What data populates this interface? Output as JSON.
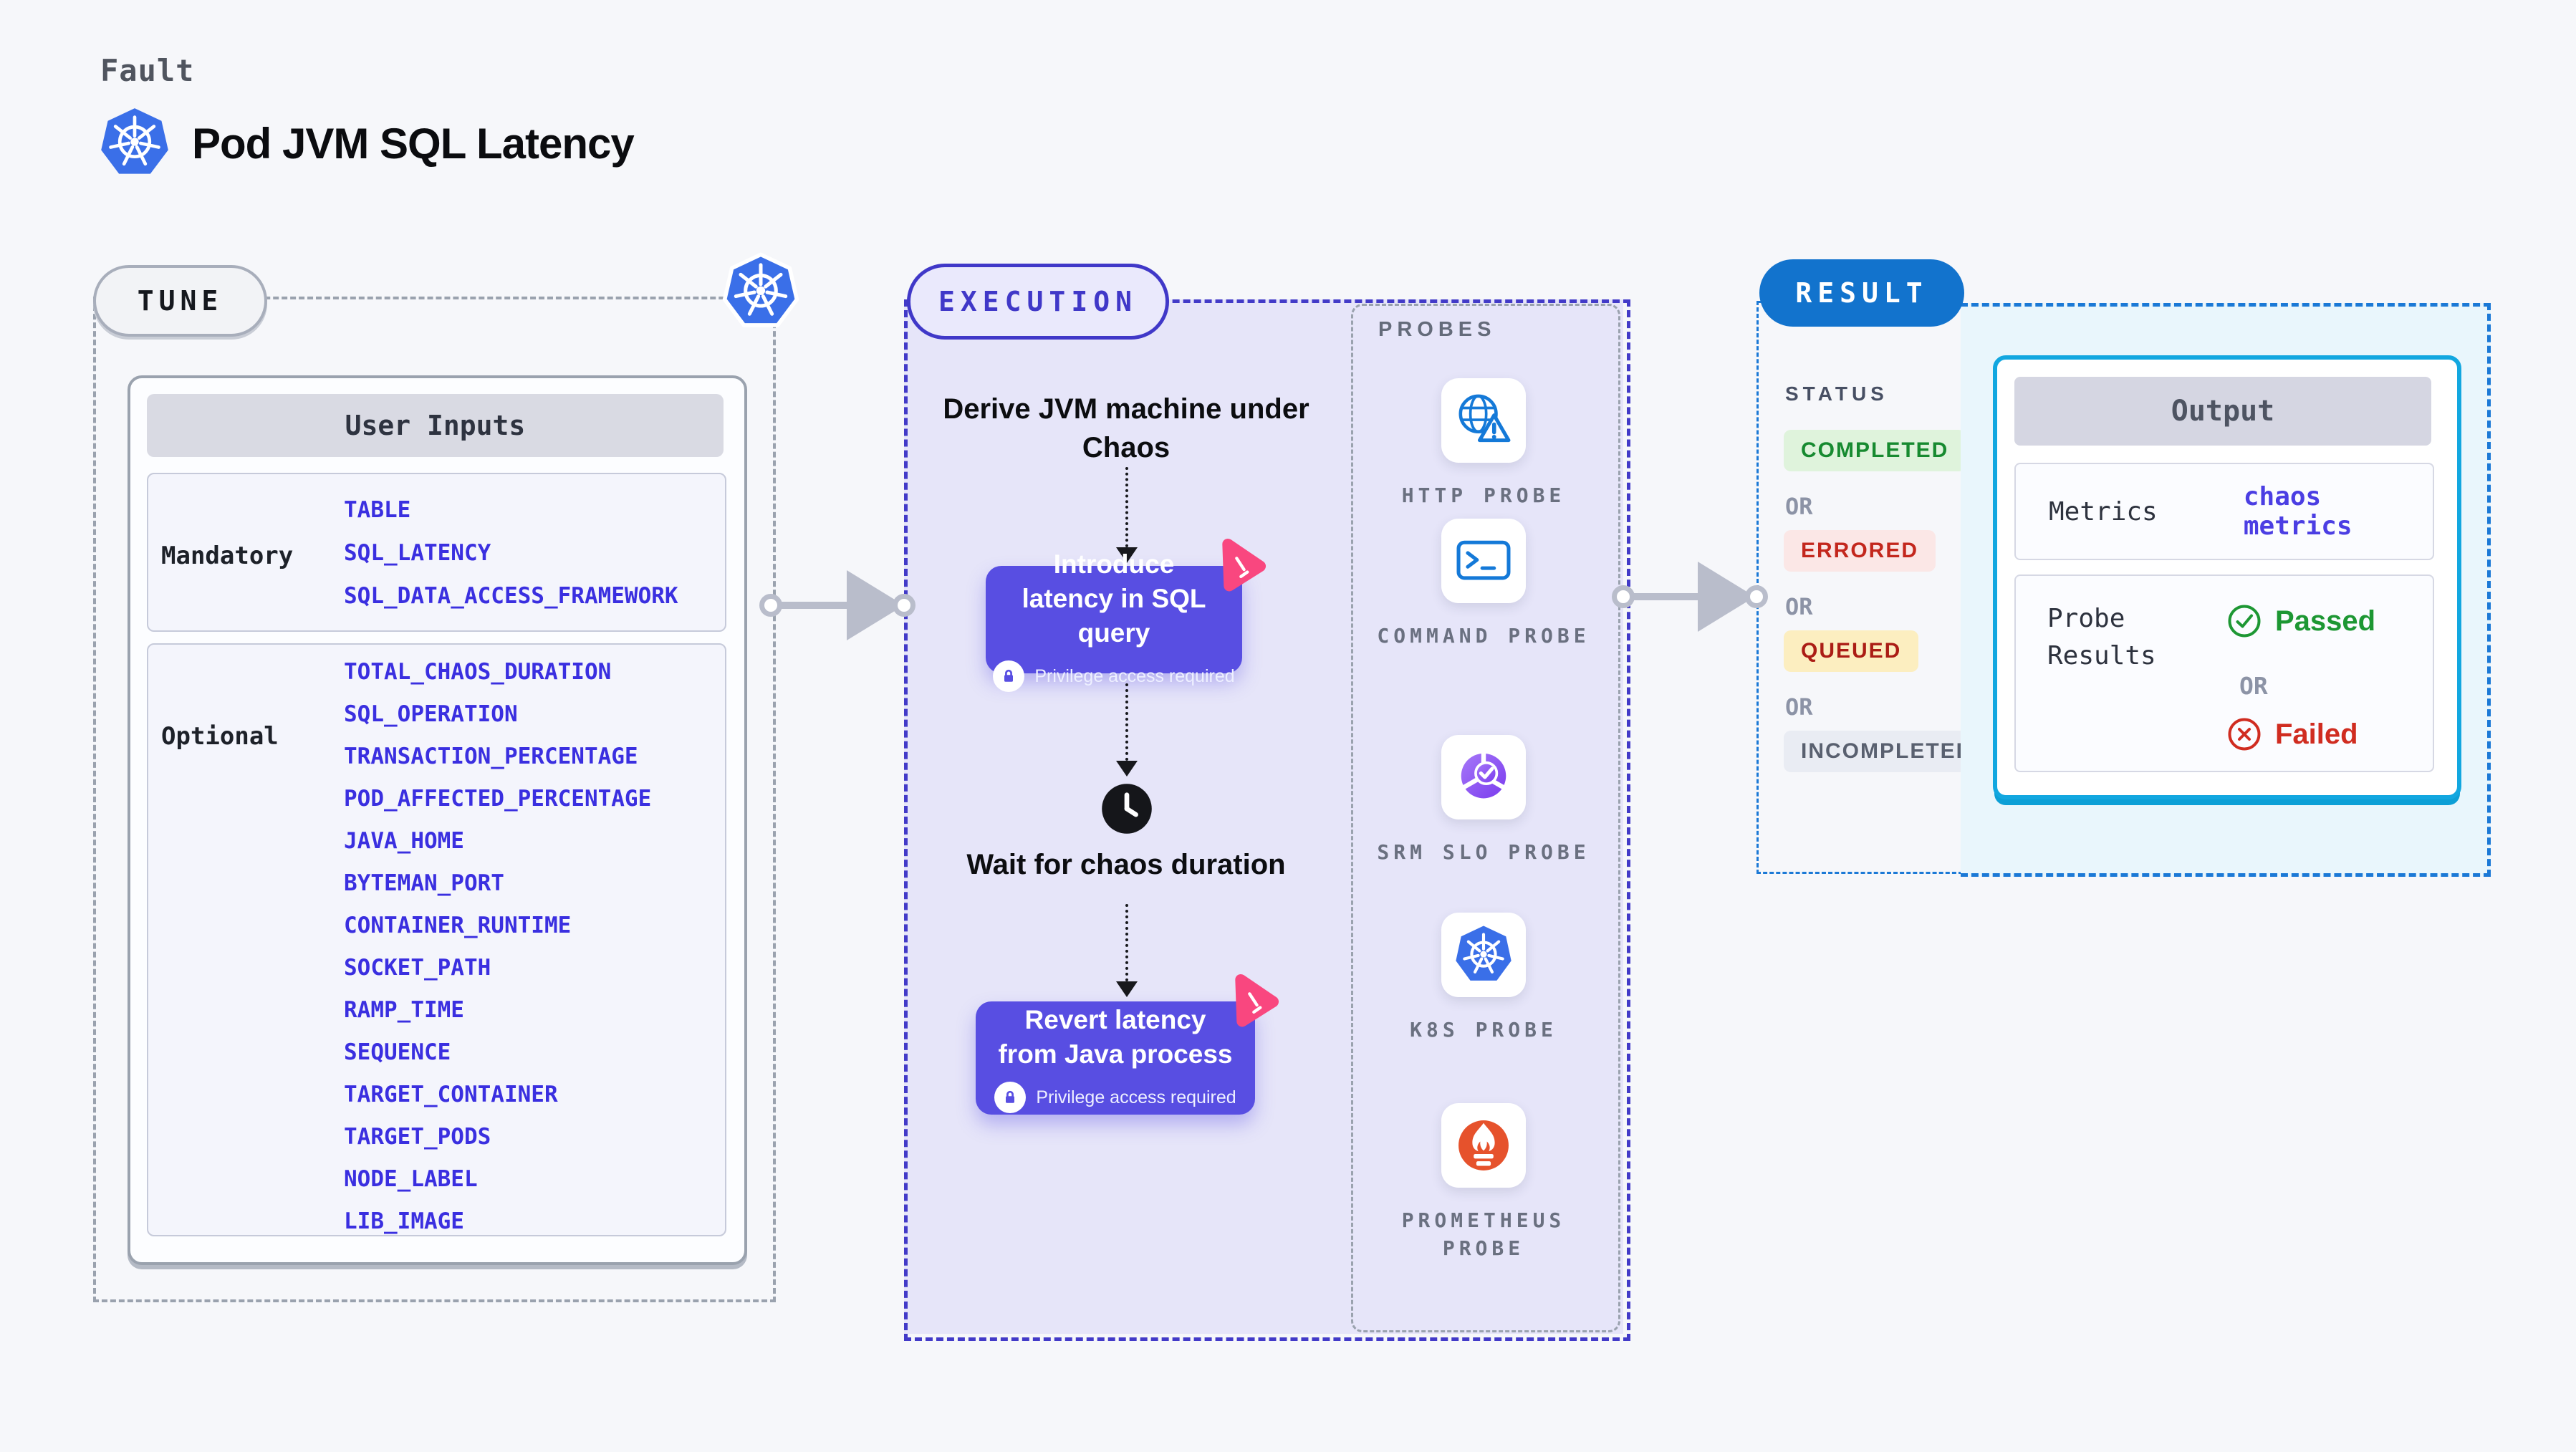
{
  "header": {
    "eyebrow": "Fault",
    "title": "Pod JVM SQL Latency"
  },
  "tune": {
    "label": "TUNE",
    "user_inputs": {
      "title": "User Inputs",
      "mandatory": {
        "label": "Mandatory",
        "items": [
          "TABLE",
          "SQL_LATENCY",
          "SQL_DATA_ACCESS_FRAMEWORK"
        ]
      },
      "optional": {
        "label": "Optional",
        "items": [
          "TOTAL_CHAOS_DURATION",
          "SQL_OPERATION",
          "TRANSACTION_PERCENTAGE",
          "POD_AFFECTED_PERCENTAGE",
          "JAVA_HOME",
          "BYTEMAN_PORT",
          "CONTAINER_RUNTIME",
          "SOCKET_PATH",
          "RAMP_TIME",
          "SEQUENCE",
          "TARGET_CONTAINER",
          "TARGET_PODS",
          "NODE_LABEL",
          "LIB_IMAGE"
        ]
      }
    }
  },
  "execution": {
    "label": "EXECUTION",
    "steps": {
      "derive": "Derive JVM machine under Chaos",
      "introduce": "Introduce latency in SQL query",
      "wait": "Wait for chaos duration",
      "revert": "Revert latency from Java process",
      "privilege_note": "Privilege access required"
    },
    "probes": {
      "title": "PROBES",
      "items": [
        {
          "icon": "globe-alert-icon",
          "label": "HTTP PROBE"
        },
        {
          "icon": "terminal-icon",
          "label": "COMMAND PROBE"
        },
        {
          "icon": "slo-check-icon",
          "label": "SRM SLO PROBE"
        },
        {
          "icon": "kubernetes-icon",
          "label": "K8S PROBE"
        },
        {
          "icon": "prometheus-flame-icon",
          "label": "PROMETHEUS PROBE"
        }
      ]
    }
  },
  "result": {
    "label": "RESULT",
    "status": {
      "title": "STATUS",
      "or": "OR",
      "items": [
        {
          "label": "COMPLETED",
          "text_color": "#178a30",
          "bg_color": "#dff3dc"
        },
        {
          "label": "ERRORED",
          "text_color": "#c3271d",
          "bg_color": "#fbe7e6"
        },
        {
          "label": "QUEUED",
          "text_color": "#ab1d15",
          "bg_color": "#fceec0"
        },
        {
          "label": "INCOMPLETED",
          "text_color": "#59606f",
          "bg_color": "#e9ecf3"
        }
      ]
    },
    "output": {
      "title": "Output",
      "metrics_label": "Metrics",
      "metrics_value": "chaos metrics",
      "probe_results_label": "Probe Results",
      "passed": "Passed",
      "or": "OR",
      "failed": "Failed"
    }
  },
  "colors": {
    "accent_indigo": "#584ee2",
    "execution_border": "#423ac8",
    "execution_fill": "#e6e5f9",
    "result_blue": "#1273cd",
    "output_border": "#12a7e0",
    "output_fill": "#e9f6fc",
    "kubernetes_blue": "#3a6fe8",
    "prometheus_orange": "#e6522c",
    "litmus_pink": "#f9477f",
    "passed_green": "#1d9733",
    "failed_red": "#d02c20",
    "value_blue": "#3a2fe0"
  }
}
